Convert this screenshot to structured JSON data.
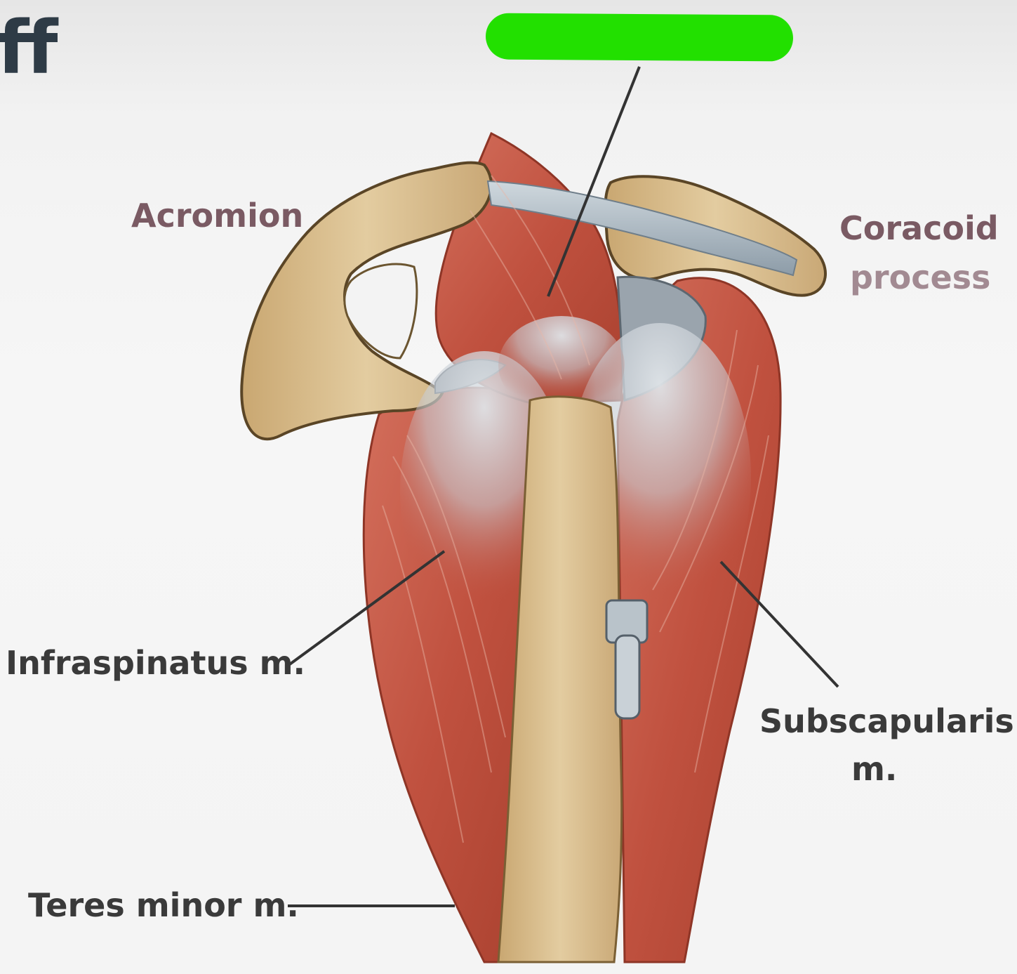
{
  "title": {
    "visible_fragment": "ff"
  },
  "labels": {
    "acromion": "Acromion",
    "coracoid_line1": "Coracoid",
    "coracoid_line2": "process",
    "infraspinatus": "Infraspinatus m.",
    "subscapularis_line1": "Subscapularis",
    "subscapularis_line2": "m.",
    "teres_minor": "Teres minor m."
  },
  "colors": {
    "redaction": "#22e000",
    "bone": "#d8bd8c",
    "muscle": "#c75a47",
    "tendon": "#a8b6c4",
    "leader_line": "#333333",
    "title": "#2e3b46",
    "label_mauve": "#7a5a63",
    "label_dark": "#3a3a3a"
  }
}
